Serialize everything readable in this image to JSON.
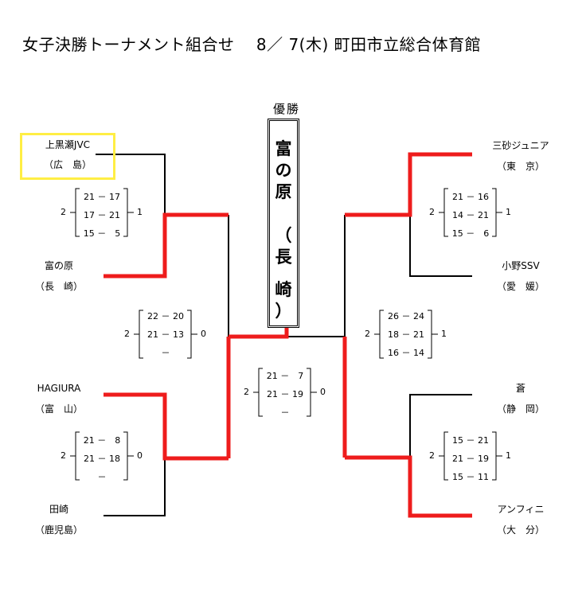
{
  "title": "女子決勝トーナメント組合せ　 8／ 7(木) 町田市立総合体育館",
  "winner_label": "優勝",
  "winner_chars": [
    "富",
    "の",
    "原",
    "（",
    "長",
    "崎",
    "）"
  ],
  "teams": [
    {
      "name": "上黒瀬JVC",
      "pref": "（広　島）"
    },
    {
      "name": "富の原",
      "pref": "（長　崎）"
    },
    {
      "name": "HAGIURA",
      "pref": "（富　山）"
    },
    {
      "name": "田崎",
      "pref": "（鹿児島）"
    },
    {
      "name": "三砂ジュニア",
      "pref": "（東　京）"
    },
    {
      "name": "小野SSV",
      "pref": "（愛　媛）"
    },
    {
      "name": "蒼",
      "pref": "（静　岡）"
    },
    {
      "name": "アンフィニ",
      "pref": "（大　分）"
    }
  ],
  "matches": [
    {
      "left": "2",
      "right": "1",
      "sets": [
        "21 － 17",
        "17 － 21",
        "15 －　5"
      ]
    },
    {
      "left": "2",
      "right": "0",
      "sets": [
        "22 － 20",
        "21 － 13",
        "－"
      ]
    },
    {
      "left": "2",
      "right": "0",
      "sets": [
        "21 －　8",
        "21 － 18",
        "－"
      ]
    },
    {
      "left": "2",
      "right": "1",
      "sets": [
        "21 － 16",
        "14 － 21",
        "15 －　6"
      ]
    },
    {
      "left": "2",
      "right": "1",
      "sets": [
        "26 － 24",
        "18 － 21",
        "16 － 14"
      ]
    },
    {
      "left": "2",
      "right": "1",
      "sets": [
        "15 － 21",
        "21 － 19",
        "15 － 11"
      ]
    },
    {
      "left": "2",
      "right": "0",
      "sets": [
        "21 －　7",
        "21 － 19",
        "－"
      ]
    }
  ],
  "colors": {
    "winner_line": "#ee1c1c",
    "loser_line": "#000000",
    "highlight": "#ffee44"
  }
}
